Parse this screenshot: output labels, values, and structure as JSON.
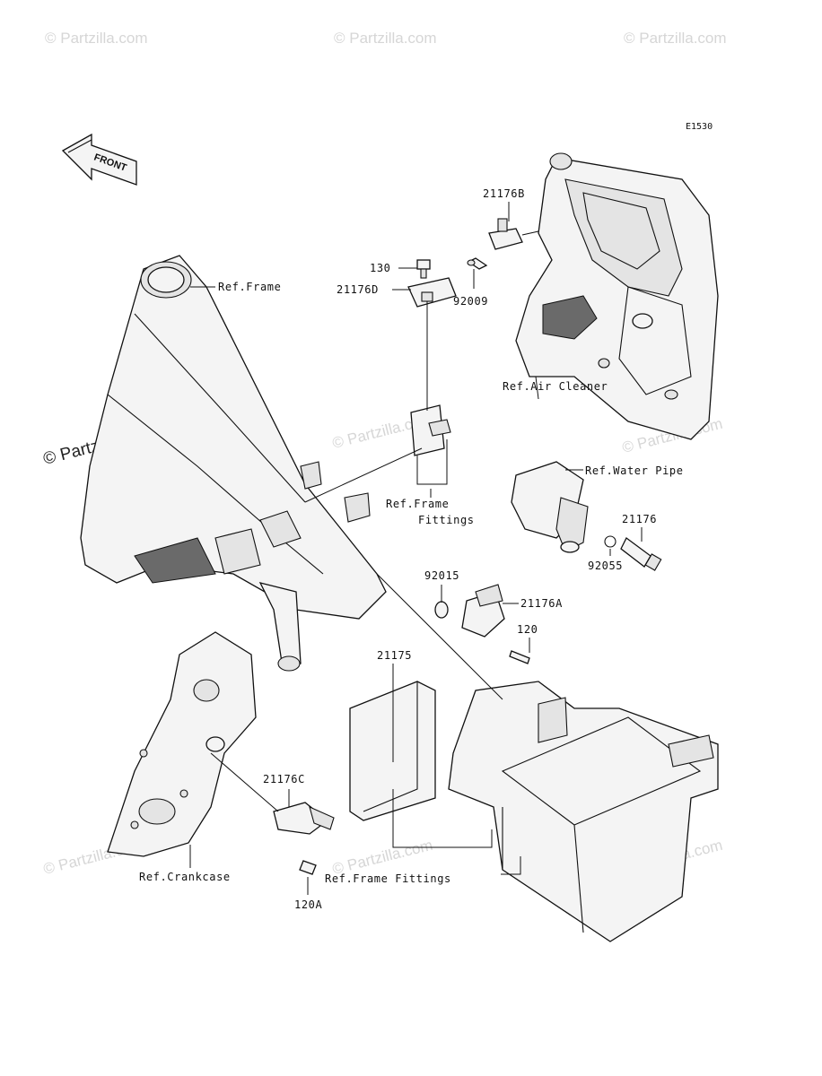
{
  "diagram_code": "E1530",
  "front_arrow_label": "FRONT",
  "watermark_text": "© Partzilla.com",
  "parts": {
    "p21176B": "21176B",
    "p92009": "92009",
    "p130": "130",
    "p21176D": "21176D",
    "p21176": "21176",
    "p92055": "92055",
    "p92015": "92015",
    "p21176A": "21176A",
    "p120": "120",
    "p21175": "21175",
    "p21176C": "21176C",
    "p120A": "120A"
  },
  "refs": {
    "frame": "Ref.Frame",
    "air_cleaner": "Ref.Air Cleaner",
    "water_pipe": "Ref.Water Pipe",
    "frame_fittings_1": "Ref.Frame",
    "frame_fittings_2": "Fittings",
    "crankcase": "Ref.Crankcase",
    "frame_fittings_bottom": "Ref.Frame Fittings"
  }
}
